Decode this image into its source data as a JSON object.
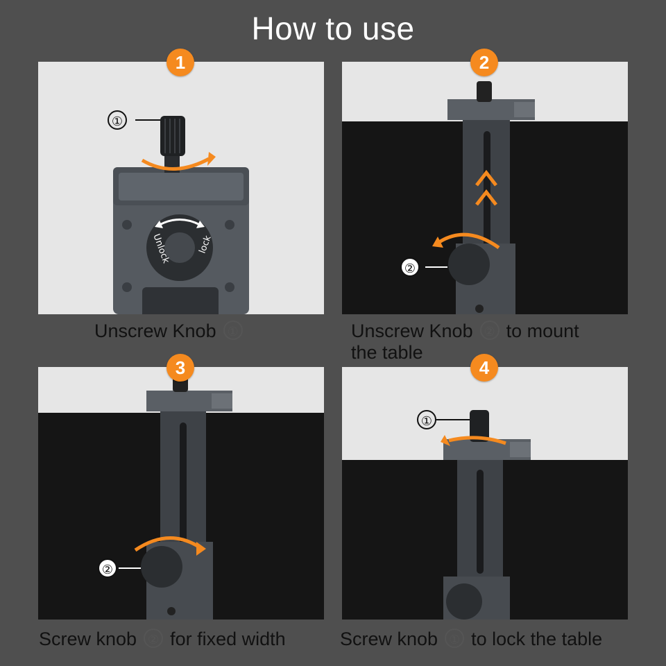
{
  "title": "How to use",
  "steps": [
    {
      "number": "1",
      "caption_a": "Unscrew Knob",
      "marker": "①",
      "caption_b": "",
      "caption_c": "",
      "callout": "①"
    },
    {
      "number": "2",
      "caption_a": "Unscrew Knob",
      "marker": "②",
      "caption_b": "to mount",
      "caption_c": "the table",
      "callout": "②"
    },
    {
      "number": "3",
      "caption_a": "Screw knob",
      "marker": "②",
      "caption_b": "for fixed width",
      "caption_c": "",
      "callout": "②"
    },
    {
      "number": "4",
      "caption_a": "Screw knob",
      "marker": "①",
      "caption_b": "to lock the table",
      "caption_c": "",
      "callout": "①"
    }
  ],
  "knob_labels": {
    "unlock": "Unlock",
    "lock": "lock"
  },
  "colors": {
    "background": "#4f4f4f",
    "accent": "#f58a1f",
    "panel_light": "#e6e6e6",
    "panel_dark": "#151515",
    "metal": "#50555a"
  }
}
